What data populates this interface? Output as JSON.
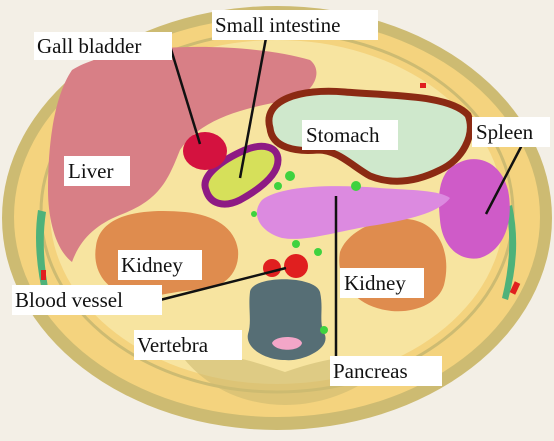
{
  "labels": {
    "gall_bladder": "Gall bladder",
    "small_intestine": "Small intestine",
    "stomach": "Stomach",
    "spleen": "Spleen",
    "liver": "Liver",
    "kidney_left": "Kidney",
    "kidney_right": "Kidney",
    "blood_vessel": "Blood vessel",
    "vertebra": "Vertebra",
    "pancreas": "Pancreas"
  },
  "colors": {
    "background": "#f3efe6",
    "body_outline": "#cdbb72",
    "fat": "#f4d37e",
    "inner_cavity": "#f7e4a0",
    "liver": "#d87f86",
    "gall_bladder": "#d4123f",
    "small_intestine_wall": "#8e1a84",
    "small_intestine_fill": "#d6e05a",
    "stomach_wall": "#8b2a13",
    "stomach_fill": "#cfe8cc",
    "spleen": "#cf5bc8",
    "pancreas": "#dc8ae0",
    "kidney": "#df8c4e",
    "vertebra": "#566e75",
    "spinal_canal": "#f3a6c8",
    "blood_vessel": "#e01f1f",
    "muscle_green": "#4eb27a",
    "small_dots": "#3fd23f",
    "label_bg": "#ffffff",
    "leader_line": "#111111"
  }
}
